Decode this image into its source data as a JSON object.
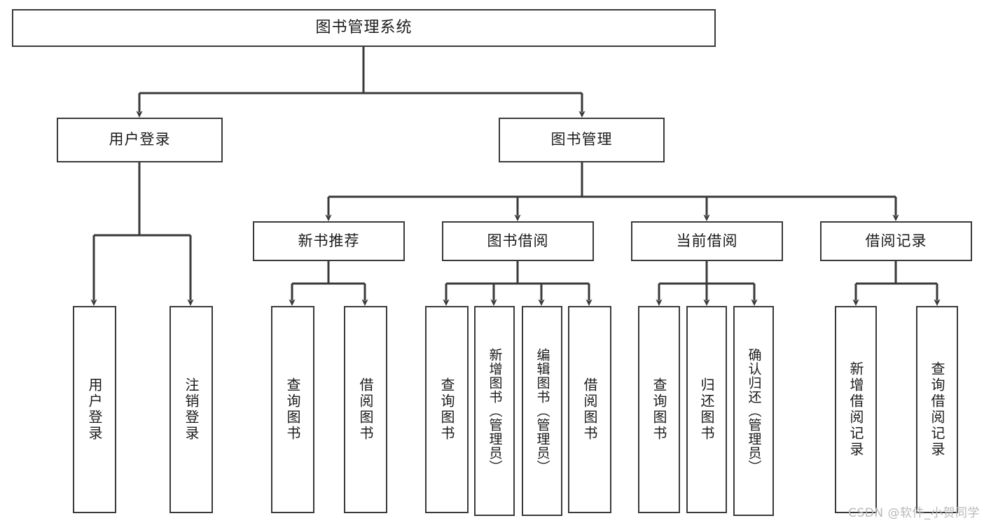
{
  "diagram": {
    "type": "tree-hierarchy",
    "title": "图书管理系统",
    "orientation": "top-down",
    "colors": {
      "box_border": "#3a3a3a",
      "box_fill": "#ffffff",
      "connector": "#3a3a3a",
      "text": "#1b1b1b",
      "watermark": "#b9b9b9",
      "background": "#ffffff"
    },
    "levels": {
      "level1": [
        "图书管理系统"
      ],
      "level2": [
        "用户登录",
        "图书管理"
      ],
      "level3": [
        "新书推荐",
        "图书借阅",
        "当前借阅",
        "借阅记录"
      ],
      "level4": [
        "用户登录",
        "注销登录",
        "查询图书",
        "借阅图书",
        "查询图书",
        "新增图书（管理员）",
        "编辑图书（管理员）",
        "借阅图书",
        "查询图书",
        "归还图书",
        "确认归还（管理员）",
        "新增借阅记录",
        "查询借阅记录"
      ]
    },
    "nodes": {
      "root": {
        "label": "图书管理系统"
      },
      "user_login": {
        "label": "用户登录"
      },
      "book_manage": {
        "label": "图书管理"
      },
      "new_book_rec": {
        "label": "新书推荐"
      },
      "book_borrow": {
        "label": "图书借阅"
      },
      "current_borrow": {
        "label": "当前借阅"
      },
      "borrow_record": {
        "label": "借阅记录"
      },
      "leaf_user_login": {
        "label": "用户登录"
      },
      "leaf_logout": {
        "label": "注销登录"
      },
      "leaf_query_book_a": {
        "label": "查询图书"
      },
      "leaf_borrow_book_a": {
        "label": "借阅图书"
      },
      "leaf_query_book_b": {
        "label": "查询图书"
      },
      "leaf_add_book": {
        "label": "新增图书（管理员）"
      },
      "leaf_edit_book": {
        "label": "编辑图书（管理员）"
      },
      "leaf_borrow_book_b": {
        "label": "借阅图书"
      },
      "leaf_query_book_c": {
        "label": "查询图书"
      },
      "leaf_return_book": {
        "label": "归还图书"
      },
      "leaf_confirm_return": {
        "label": "确认归还（管理员）"
      },
      "leaf_add_record": {
        "label": "新增借阅记录"
      },
      "leaf_query_record": {
        "label": "查询借阅记录"
      }
    },
    "edges": [
      {
        "from": "图书管理系统",
        "to": "用户登录"
      },
      {
        "from": "图书管理系统",
        "to": "图书管理"
      },
      {
        "from": "用户登录",
        "to": "用户登录"
      },
      {
        "from": "用户登录",
        "to": "注销登录"
      },
      {
        "from": "图书管理",
        "to": "新书推荐"
      },
      {
        "from": "图书管理",
        "to": "图书借阅"
      },
      {
        "from": "图书管理",
        "to": "当前借阅"
      },
      {
        "from": "图书管理",
        "to": "借阅记录"
      },
      {
        "from": "新书推荐",
        "to": "查询图书"
      },
      {
        "from": "新书推荐",
        "to": "借阅图书"
      },
      {
        "from": "图书借阅",
        "to": "查询图书"
      },
      {
        "from": "图书借阅",
        "to": "新增图书（管理员）"
      },
      {
        "from": "图书借阅",
        "to": "编辑图书（管理员）"
      },
      {
        "from": "图书借阅",
        "to": "借阅图书"
      },
      {
        "from": "当前借阅",
        "to": "查询图书"
      },
      {
        "from": "当前借阅",
        "to": "归还图书"
      },
      {
        "from": "当前借阅",
        "to": "确认归还（管理员）"
      },
      {
        "from": "借阅记录",
        "to": "新增借阅记录"
      },
      {
        "from": "借阅记录",
        "to": "查询借阅记录"
      }
    ]
  },
  "watermark": {
    "text": "CSDN @软件_小贺同学"
  }
}
